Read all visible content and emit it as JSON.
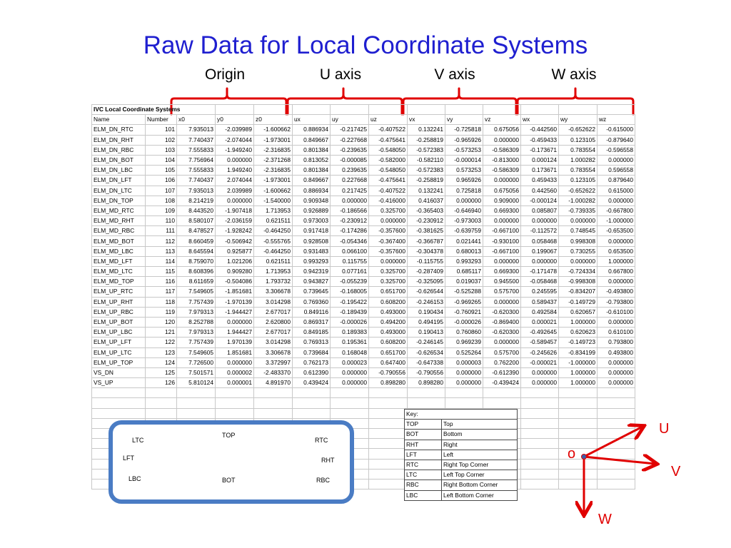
{
  "title": "Raw Data for Local Coordinate Systems",
  "axis_labels": {
    "origin": "Origin",
    "u_axis": "U axis",
    "v_axis": "V axis",
    "w_axis": "W axis"
  },
  "sheet": {
    "caption": "IVC Local Coordinate Systems",
    "headers": [
      "Name",
      "Number",
      "x0",
      "y0",
      "z0",
      "ux",
      "uy",
      "uz",
      "vx",
      "vy",
      "vz",
      "wx",
      "wy",
      "wz"
    ],
    "rows": [
      [
        "ELM_DN_RTC",
        "101",
        "7.935013",
        "-2.039989",
        "-1.600662",
        "0.886934",
        "-0.217425",
        "-0.407522",
        "0.132241",
        "-0.725818",
        "0.675056",
        "-0.442560",
        "-0.652622",
        "-0.615000"
      ],
      [
        "ELM_DN_RHT",
        "102",
        "7.740437",
        "-2.074044",
        "-1.973001",
        "0.849667",
        "-0.227668",
        "-0.475641",
        "-0.258819",
        "-0.965926",
        "0.000000",
        "-0.459433",
        "0.123105",
        "-0.879640"
      ],
      [
        "ELM_DN_RBC",
        "103",
        "7.555833",
        "-1.949240",
        "-2.316835",
        "0.801384",
        "-0.239635",
        "-0.548050",
        "-0.572383",
        "-0.573253",
        "-0.586309",
        "-0.173671",
        "0.783554",
        "-0.596558"
      ],
      [
        "ELM_DN_BOT",
        "104",
        "7.756964",
        "0.000000",
        "-2.371268",
        "0.813052",
        "-0.000085",
        "-0.582000",
        "-0.582110",
        "-0.000014",
        "-0.813000",
        "0.000124",
        "1.000282",
        "0.000000"
      ],
      [
        "ELM_DN_LBC",
        "105",
        "7.555833",
        "1.949240",
        "-2.316835",
        "0.801384",
        "0.239635",
        "-0.548050",
        "-0.572383",
        "0.573253",
        "-0.586309",
        "0.173671",
        "0.783554",
        "0.596558"
      ],
      [
        "ELM_DN_LFT",
        "106",
        "7.740437",
        "2.074044",
        "-1.973001",
        "0.849667",
        "0.227668",
        "-0.475641",
        "-0.258819",
        "0.965926",
        "0.000000",
        "0.459433",
        "0.123105",
        "0.879640"
      ],
      [
        "ELM_DN_LTC",
        "107",
        "7.935013",
        "2.039989",
        "-1.600662",
        "0.886934",
        "0.217425",
        "-0.407522",
        "0.132241",
        "0.725818",
        "0.675056",
        "0.442560",
        "-0.652622",
        "0.615000"
      ],
      [
        "ELM_DN_TOP",
        "108",
        "8.214219",
        "0.000000",
        "-1.540000",
        "0.909348",
        "0.000000",
        "-0.416000",
        "0.416037",
        "0.000000",
        "0.909000",
        "-0.000124",
        "-1.000282",
        "0.000000"
      ],
      [
        "ELM_MD_RTC",
        "109",
        "8.443520",
        "-1.907418",
        "1.713953",
        "0.926889",
        "-0.186566",
        "0.325700",
        "-0.365403",
        "-0.646940",
        "0.669300",
        "0.085807",
        "-0.739335",
        "-0.667800"
      ],
      [
        "ELM_MD_RHT",
        "110",
        "8.580107",
        "-2.036159",
        "0.621511",
        "0.973003",
        "-0.230912",
        "0.000000",
        "-0.230912",
        "-0.973003",
        "0.000000",
        "0.000000",
        "0.000000",
        "-1.000000"
      ],
      [
        "ELM_MD_RBC",
        "111",
        "8.478527",
        "-1.928242",
        "-0.464250",
        "0.917418",
        "-0.174286",
        "-0.357600",
        "-0.381625",
        "-0.639759",
        "-0.667100",
        "-0.112572",
        "0.748545",
        "-0.653500"
      ],
      [
        "ELM_MD_BOT",
        "112",
        "8.660459",
        "-0.506942",
        "-0.555765",
        "0.928508",
        "-0.054346",
        "-0.367400",
        "-0.366787",
        "0.021441",
        "-0.930100",
        "0.058468",
        "0.998308",
        "0.000000"
      ],
      [
        "ELM_MD_LBC",
        "113",
        "8.645594",
        "0.925877",
        "-0.464250",
        "0.931483",
        "0.066100",
        "-0.357600",
        "-0.304378",
        "0.680013",
        "-0.667100",
        "0.199067",
        "0.730255",
        "0.653500"
      ],
      [
        "ELM_MD_LFT",
        "114",
        "8.759070",
        "1.021206",
        "0.621511",
        "0.993293",
        "0.115755",
        "0.000000",
        "-0.115755",
        "0.993293",
        "0.000000",
        "0.000000",
        "0.000000",
        "1.000000"
      ],
      [
        "ELM_MD_LTC",
        "115",
        "8.608396",
        "0.909280",
        "1.713953",
        "0.942319",
        "0.077161",
        "0.325700",
        "-0.287409",
        "0.685117",
        "0.669300",
        "-0.171478",
        "-0.724334",
        "0.667800"
      ],
      [
        "ELM_MD_TOP",
        "116",
        "8.611659",
        "-0.504086",
        "1.793732",
        "0.943827",
        "-0.055239",
        "0.325700",
        "-0.325095",
        "0.019037",
        "0.945500",
        "-0.058468",
        "-0.998308",
        "0.000000"
      ],
      [
        "ELM_UP_RTC",
        "117",
        "7.549605",
        "-1.851681",
        "3.306678",
        "0.739645",
        "-0.168005",
        "0.651700",
        "-0.626544",
        "-0.525288",
        "0.575700",
        "0.245595",
        "-0.834207",
        "-0.493800"
      ],
      [
        "ELM_UP_RHT",
        "118",
        "7.757439",
        "-1.970139",
        "3.014298",
        "0.769360",
        "-0.195422",
        "0.608200",
        "-0.246153",
        "-0.969265",
        "0.000000",
        "0.589437",
        "-0.149729",
        "-0.793800"
      ],
      [
        "ELM_UP_RBC",
        "119",
        "7.979313",
        "-1.944427",
        "2.677017",
        "0.849116",
        "-0.189439",
        "0.493000",
        "0.190434",
        "-0.760921",
        "-0.620300",
        "0.492584",
        "0.620657",
        "-0.610100"
      ],
      [
        "ELM_UP_BOT",
        "120",
        "8.252788",
        "0.000000",
        "2.620800",
        "0.869317",
        "-0.000026",
        "0.494200",
        "0.494195",
        "-0.000026",
        "-0.869400",
        "0.000021",
        "1.000000",
        "0.000000"
      ],
      [
        "ELM_UP_LBC",
        "121",
        "7.979313",
        "1.944427",
        "2.677017",
        "0.849185",
        "0.189383",
        "0.493000",
        "0.190413",
        "0.760860",
        "-0.620300",
        "-0.492645",
        "0.620623",
        "0.610100"
      ],
      [
        "ELM_UP_LFT",
        "122",
        "7.757439",
        "1.970139",
        "3.014298",
        "0.769313",
        "0.195361",
        "0.608200",
        "-0.246145",
        "0.969239",
        "0.000000",
        "-0.589457",
        "-0.149723",
        "0.793800"
      ],
      [
        "ELM_UP_LTC",
        "123",
        "7.549605",
        "1.851681",
        "3.306678",
        "0.739684",
        "0.168048",
        "0.651700",
        "-0.626534",
        "0.525264",
        "0.575700",
        "-0.245626",
        "-0.834199",
        "0.493800"
      ],
      [
        "ELM_UP_TOP",
        "124",
        "7.726500",
        "0.000000",
        "3.372997",
        "0.762173",
        "0.000023",
        "0.647400",
        "-0.647338",
        "0.000003",
        "0.762200",
        "-0.000021",
        "-1.000000",
        "0.000000"
      ],
      [
        "VS_DN",
        "125",
        "7.501571",
        "0.000002",
        "-2.483370",
        "0.612390",
        "0.000000",
        "-0.790556",
        "-0.790556",
        "0.000000",
        "-0.612390",
        "0.000000",
        "1.000000",
        "0.000000"
      ],
      [
        "VS_UP",
        "126",
        "5.810124",
        "0.000001",
        "4.891970",
        "0.439424",
        "0.000000",
        "0.898280",
        "0.898280",
        "0.000000",
        "-0.439424",
        "0.000000",
        "1.000000",
        "0.000000"
      ]
    ]
  },
  "key": {
    "title": "Key:",
    "items": [
      [
        "TOP",
        "Top"
      ],
      [
        "BOT",
        "Bottom"
      ],
      [
        "RHT",
        "Right"
      ],
      [
        "LFT",
        "Left"
      ],
      [
        "RTC",
        "Right Top Corner"
      ],
      [
        "LTC",
        "Left Top Corner"
      ],
      [
        "RBC",
        "Right Bottom Corner"
      ],
      [
        "LBC",
        "Left Bottom Corner"
      ]
    ]
  },
  "diagram": {
    "ltc": "LTC",
    "top": "TOP",
    "rtc": "RTC",
    "lft": "LFT",
    "rht": "RHT",
    "lbc": "LBC",
    "bot": "BOT",
    "rbc": "RBC"
  },
  "coord_axes": {
    "u": "U",
    "v": "V",
    "w": "W",
    "o": "o"
  },
  "colors": {
    "title": "#1f1fd0",
    "bracket": "#e00000",
    "box_border": "#4a7cc4",
    "axis_arrow": "#e00000"
  }
}
